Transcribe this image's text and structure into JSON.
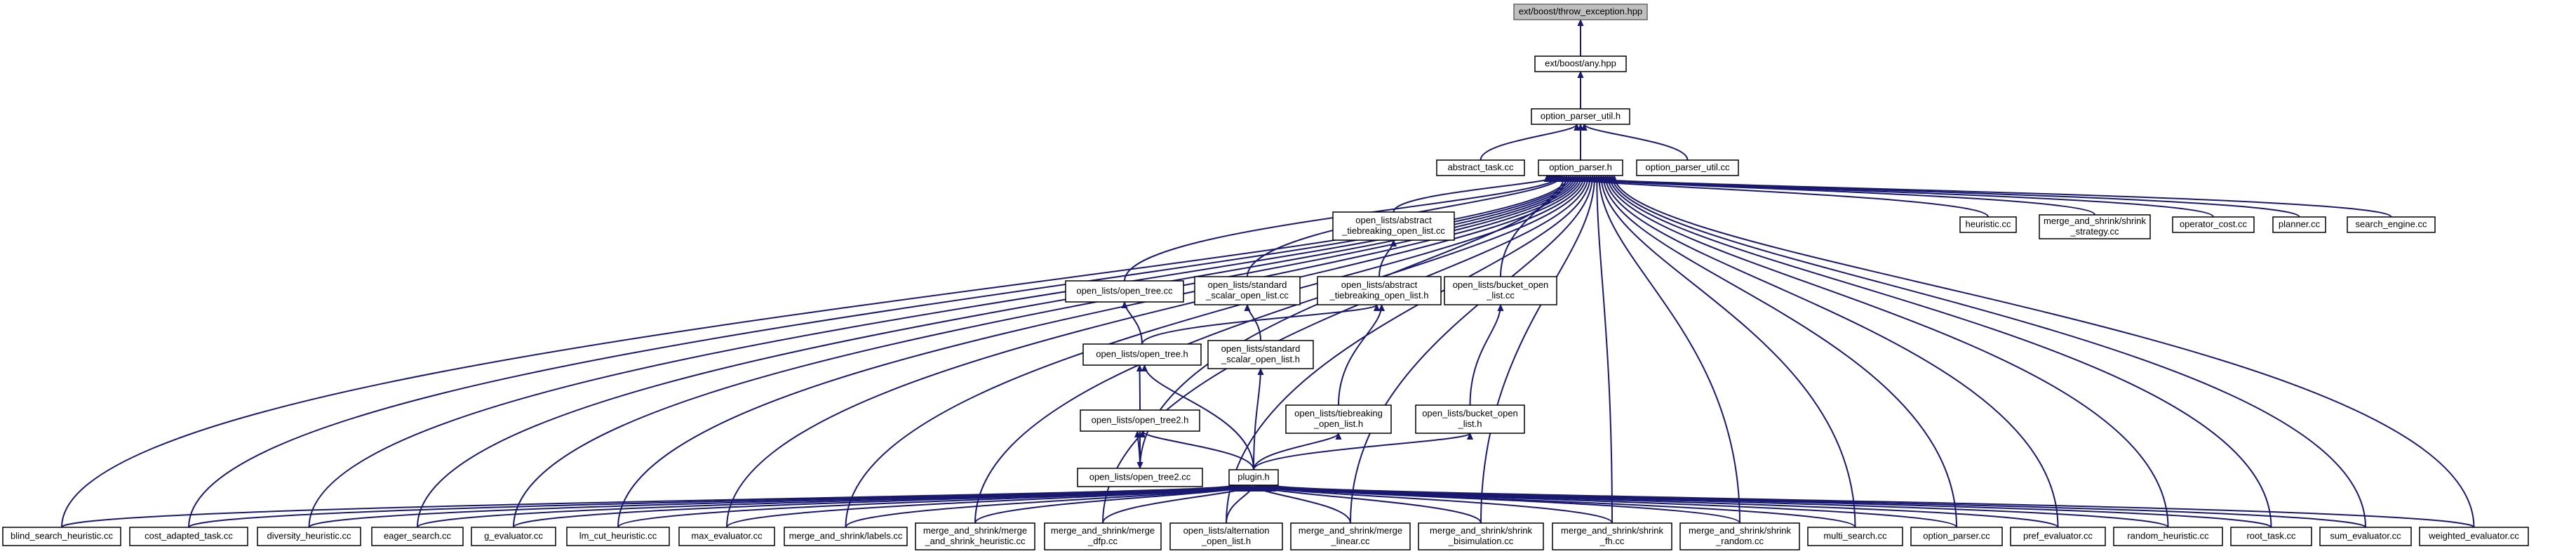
{
  "graph": {
    "colors": {
      "edge": "#191970",
      "root_fill": "#bfbfbf",
      "node_fill": "#ffffff",
      "border": "#000000"
    },
    "nodes": [
      {
        "id": "throw_exception",
        "lines": [
          "ext/boost/throw_exception.hpp"
        ],
        "root": true
      },
      {
        "id": "any",
        "lines": [
          "ext/boost/any.hpp"
        ]
      },
      {
        "id": "option_parser_util_h",
        "lines": [
          "option_parser_util.h"
        ]
      },
      {
        "id": "abstract_task",
        "lines": [
          "abstract_task.cc"
        ]
      },
      {
        "id": "option_parser_h",
        "lines": [
          "option_parser.h"
        ]
      },
      {
        "id": "option_parser_util_cc",
        "lines": [
          "option_parser_util.cc"
        ]
      },
      {
        "id": "heuristic",
        "lines": [
          "heuristic.cc"
        ]
      },
      {
        "id": "ms_strategy",
        "lines": [
          "merge_and_shrink/shrink",
          "_strategy.cc"
        ]
      },
      {
        "id": "operator_cost",
        "lines": [
          "operator_cost.cc"
        ]
      },
      {
        "id": "planner",
        "lines": [
          "planner.cc"
        ]
      },
      {
        "id": "search_engine",
        "lines": [
          "search_engine.cc"
        ]
      },
      {
        "id": "abs_tie_cc",
        "lines": [
          "open_lists/abstract",
          "_tiebreaking_open_list.cc"
        ]
      },
      {
        "id": "open_tree_cc",
        "lines": [
          "open_lists/open_tree.cc"
        ]
      },
      {
        "id": "std_scalar_cc",
        "lines": [
          "open_lists/standard",
          "_scalar_open_list.cc"
        ]
      },
      {
        "id": "abs_tie_h",
        "lines": [
          "open_lists/abstract",
          "_tiebreaking_open_list.h"
        ]
      },
      {
        "id": "bucket_cc",
        "lines": [
          "open_lists/bucket_open",
          "_list.cc"
        ]
      },
      {
        "id": "open_tree_h",
        "lines": [
          "open_lists/open_tree.h"
        ]
      },
      {
        "id": "std_scalar_h",
        "lines": [
          "open_lists/standard",
          "_scalar_open_list.h"
        ]
      },
      {
        "id": "open_tree2_h",
        "lines": [
          "open_lists/open_tree2.h"
        ]
      },
      {
        "id": "tie_h",
        "lines": [
          "open_lists/tiebreaking",
          "_open_list.h"
        ]
      },
      {
        "id": "bucket_h",
        "lines": [
          "open_lists/bucket_open",
          "_list.h"
        ]
      },
      {
        "id": "open_tree2_cc",
        "lines": [
          "open_lists/open_tree2.cc"
        ]
      },
      {
        "id": "plugin_h",
        "lines": [
          "plugin.h"
        ]
      },
      {
        "id": "blind",
        "lines": [
          "blind_search_heuristic.cc"
        ]
      },
      {
        "id": "cost_adapted",
        "lines": [
          "cost_adapted_task.cc"
        ]
      },
      {
        "id": "diversity",
        "lines": [
          "diversity_heuristic.cc"
        ]
      },
      {
        "id": "eager",
        "lines": [
          "eager_search.cc"
        ]
      },
      {
        "id": "g_eval",
        "lines": [
          "g_evaluator.cc"
        ]
      },
      {
        "id": "lm_cut",
        "lines": [
          "lm_cut_heuristic.cc"
        ]
      },
      {
        "id": "max_eval",
        "lines": [
          "max_evaluator.cc"
        ]
      },
      {
        "id": "ms_labels",
        "lines": [
          "merge_and_shrink/labels.cc"
        ]
      },
      {
        "id": "ms_heur",
        "lines": [
          "merge_and_shrink/merge",
          "_and_shrink_heuristic.cc"
        ]
      },
      {
        "id": "ms_dfp",
        "lines": [
          "merge_and_shrink/merge",
          "_dfp.cc"
        ]
      },
      {
        "id": "alternation",
        "lines": [
          "open_lists/alternation",
          "_open_list.h"
        ]
      },
      {
        "id": "ms_linear",
        "lines": [
          "merge_and_shrink/merge",
          "_linear.cc"
        ]
      },
      {
        "id": "ms_bisim",
        "lines": [
          "merge_and_shrink/shrink",
          "_bisimulation.cc"
        ]
      },
      {
        "id": "ms_fh",
        "lines": [
          "merge_and_shrink/shrink",
          "_fh.cc"
        ]
      },
      {
        "id": "ms_random",
        "lines": [
          "merge_and_shrink/shrink",
          "_random.cc"
        ]
      },
      {
        "id": "multi_search",
        "lines": [
          "multi_search.cc"
        ]
      },
      {
        "id": "option_parser_cc",
        "lines": [
          "option_parser.cc"
        ]
      },
      {
        "id": "pref_eval",
        "lines": [
          "pref_evaluator.cc"
        ]
      },
      {
        "id": "random_heur",
        "lines": [
          "random_heuristic.cc"
        ]
      },
      {
        "id": "root_task",
        "lines": [
          "root_task.cc"
        ]
      },
      {
        "id": "sum_eval",
        "lines": [
          "sum_evaluator.cc"
        ]
      },
      {
        "id": "weighted_eval",
        "lines": [
          "weighted_evaluator.cc"
        ]
      }
    ],
    "edges": [
      [
        "any",
        "throw_exception"
      ],
      [
        "option_parser_util_h",
        "any"
      ],
      [
        "abstract_task",
        "option_parser_util_h"
      ],
      [
        "option_parser_h",
        "option_parser_util_h"
      ],
      [
        "option_parser_util_cc",
        "option_parser_util_h"
      ],
      [
        "heuristic",
        "option_parser_h"
      ],
      [
        "ms_strategy",
        "option_parser_h"
      ],
      [
        "operator_cost",
        "option_parser_h"
      ],
      [
        "planner",
        "option_parser_h"
      ],
      [
        "search_engine",
        "option_parser_h"
      ],
      [
        "abs_tie_cc",
        "option_parser_h"
      ],
      [
        "open_tree_cc",
        "option_parser_h"
      ],
      [
        "std_scalar_cc",
        "option_parser_h"
      ],
      [
        "bucket_cc",
        "option_parser_h"
      ],
      [
        "open_tree2_cc",
        "option_parser_h"
      ],
      [
        "blind",
        "option_parser_h"
      ],
      [
        "cost_adapted",
        "option_parser_h"
      ],
      [
        "diversity",
        "option_parser_h"
      ],
      [
        "eager",
        "option_parser_h"
      ],
      [
        "g_eval",
        "option_parser_h"
      ],
      [
        "lm_cut",
        "option_parser_h"
      ],
      [
        "max_eval",
        "option_parser_h"
      ],
      [
        "ms_labels",
        "option_parser_h"
      ],
      [
        "ms_heur",
        "option_parser_h"
      ],
      [
        "ms_dfp",
        "option_parser_h"
      ],
      [
        "alternation",
        "option_parser_h"
      ],
      [
        "ms_linear",
        "option_parser_h"
      ],
      [
        "ms_bisim",
        "option_parser_h"
      ],
      [
        "ms_fh",
        "option_parser_h"
      ],
      [
        "ms_random",
        "option_parser_h"
      ],
      [
        "multi_search",
        "option_parser_h"
      ],
      [
        "option_parser_cc",
        "option_parser_h"
      ],
      [
        "pref_eval",
        "option_parser_h"
      ],
      [
        "random_heur",
        "option_parser_h"
      ],
      [
        "root_task",
        "option_parser_h"
      ],
      [
        "sum_eval",
        "option_parser_h"
      ],
      [
        "weighted_eval",
        "option_parser_h"
      ],
      [
        "abs_tie_h",
        "abs_tie_cc"
      ],
      [
        "open_tree_h",
        "open_tree_cc"
      ],
      [
        "std_scalar_h",
        "std_scalar_cc"
      ],
      [
        "open_tree_h",
        "abs_tie_h"
      ],
      [
        "tie_h",
        "abs_tie_h"
      ],
      [
        "bucket_h",
        "bucket_cc"
      ],
      [
        "open_tree2_h",
        "open_tree_h"
      ],
      [
        "plugin_h",
        "open_tree_h"
      ],
      [
        "plugin_h",
        "std_scalar_h"
      ],
      [
        "open_tree2_cc",
        "open_tree2_h"
      ],
      [
        "plugin_h",
        "open_tree2_h"
      ],
      [
        "open_tree2_h",
        "open_tree2_cc"
      ],
      [
        "plugin_h",
        "tie_h"
      ],
      [
        "plugin_h",
        "bucket_h"
      ],
      [
        "blind",
        "plugin_h"
      ],
      [
        "cost_adapted",
        "plugin_h"
      ],
      [
        "diversity",
        "plugin_h"
      ],
      [
        "eager",
        "plugin_h"
      ],
      [
        "g_eval",
        "plugin_h"
      ],
      [
        "lm_cut",
        "plugin_h"
      ],
      [
        "max_eval",
        "plugin_h"
      ],
      [
        "ms_labels",
        "plugin_h"
      ],
      [
        "ms_heur",
        "plugin_h"
      ],
      [
        "ms_dfp",
        "plugin_h"
      ],
      [
        "alternation",
        "plugin_h"
      ],
      [
        "ms_linear",
        "plugin_h"
      ],
      [
        "ms_bisim",
        "plugin_h"
      ],
      [
        "ms_fh",
        "plugin_h"
      ],
      [
        "ms_random",
        "plugin_h"
      ],
      [
        "multi_search",
        "plugin_h"
      ],
      [
        "option_parser_cc",
        "plugin_h"
      ],
      [
        "pref_eval",
        "plugin_h"
      ],
      [
        "random_heur",
        "plugin_h"
      ],
      [
        "root_task",
        "plugin_h"
      ],
      [
        "sum_eval",
        "plugin_h"
      ],
      [
        "weighted_eval",
        "plugin_h"
      ]
    ]
  }
}
